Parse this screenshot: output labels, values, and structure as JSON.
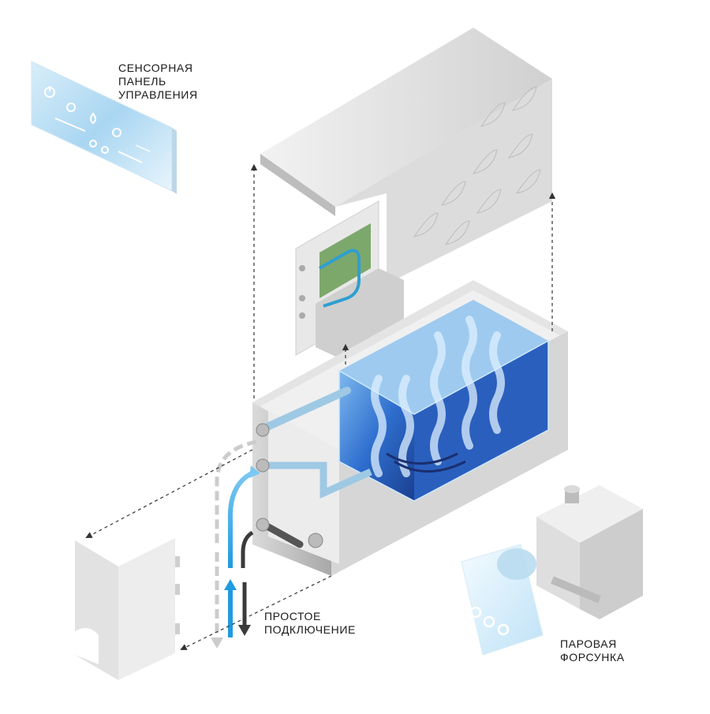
{
  "labels": {
    "touch_panel": [
      "СЕНСОРНАЯ",
      "ПАНЕЛЬ",
      "УПРАВЛЕНИЯ"
    ],
    "simple_connection": [
      "ПРОСТОЕ",
      "ПОДКЛЮЧЕНИЕ"
    ],
    "steam_nozzle": [
      "ПАРОВАЯ",
      "ФОРСУНКА"
    ]
  },
  "colors": {
    "water_blue": "#2f7fd6",
    "flow_blue": "#1f9be0",
    "metal_light": "#e7e7e7",
    "metal_mid": "#c9c9c9",
    "metal_dark": "#9a9a9a",
    "arrow_dark": "#3a3a3a",
    "dash": "#333333"
  },
  "icons": [
    "power-icon",
    "settings-icon",
    "drop-icon",
    "fan-icon",
    "bulb-icon",
    "clock-icon"
  ]
}
